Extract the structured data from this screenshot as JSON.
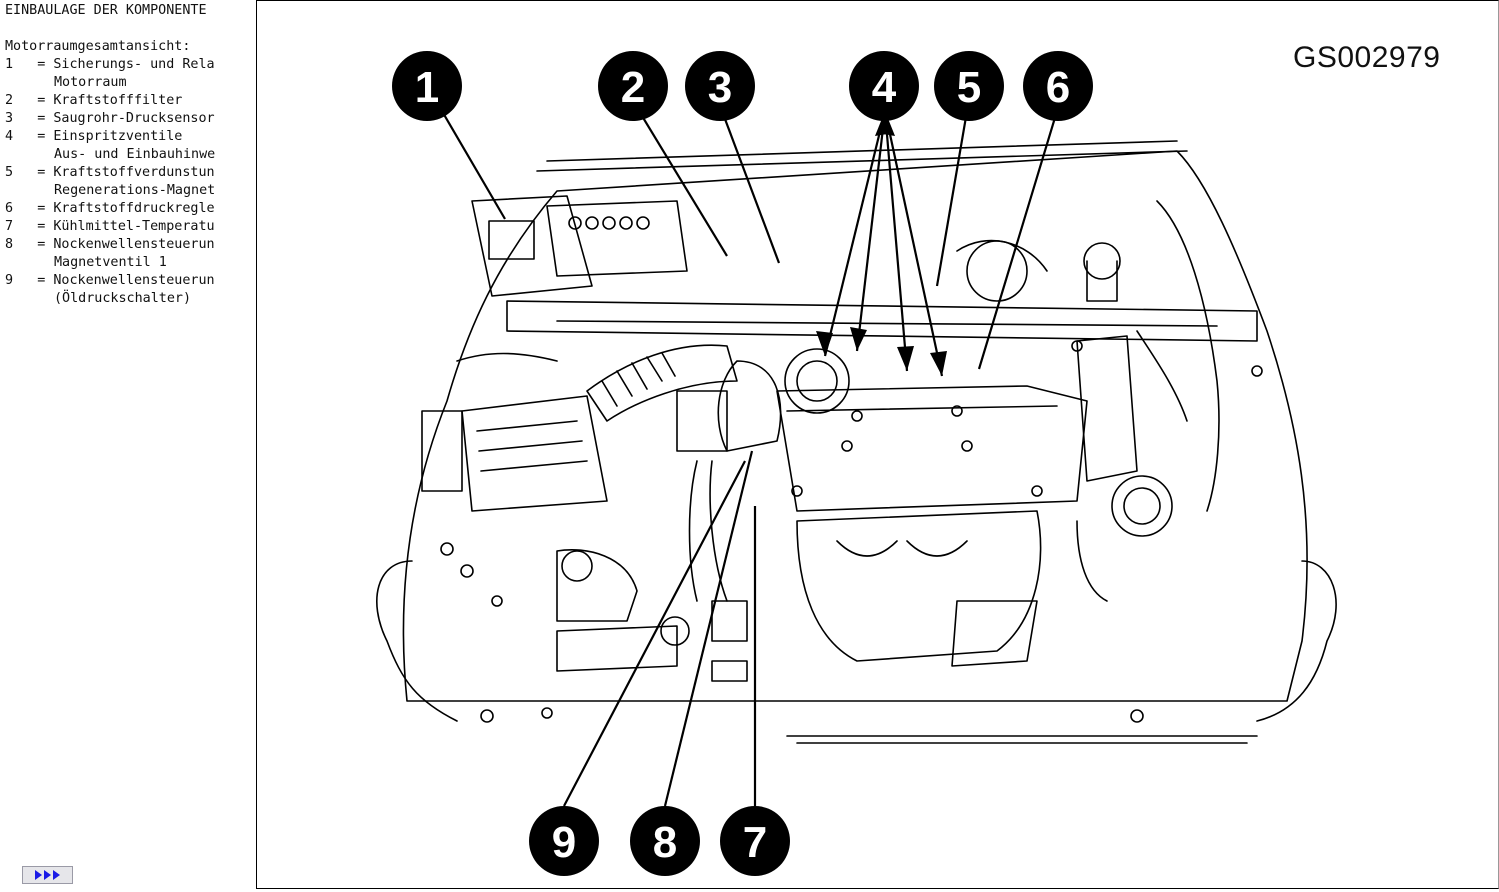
{
  "document": {
    "title": "EINBAULAGE DER KOMPONENTE",
    "subtitle": "Motorraumgesamtansicht:",
    "legend": [
      {
        "text": "1   = Sicherungs- und Rela",
        "cont": false
      },
      {
        "text": "Motorraum",
        "cont": true
      },
      {
        "text": "2   = Kraftstofffilter",
        "cont": false
      },
      {
        "text": "3   = Saugrohr-Drucksensor",
        "cont": false
      },
      {
        "text": "4   = Einspritzventile",
        "cont": false
      },
      {
        "text": "Aus- und Einbauhinwe",
        "cont": true
      },
      {
        "text": "5   = Kraftstoffverdunstun",
        "cont": false
      },
      {
        "text": "Regenerations-Magnet",
        "cont": true
      },
      {
        "text": "6   = Kraftstoffdruckregle",
        "cont": false
      },
      {
        "text": "7   = Kühlmittel-Temperatu",
        "cont": false
      },
      {
        "text": "8   = Nockenwellensteuerun",
        "cont": false
      },
      {
        "text": "Magnetventil 1",
        "cont": true
      },
      {
        "text": "9   = Nockenwellensteuerun",
        "cont": false
      },
      {
        "text": "(Öldruckschalter)",
        "cont": true
      }
    ],
    "nav_button": {
      "icon": "triple-arrow-right-icon",
      "color": "#1a1ae6"
    }
  },
  "figure": {
    "code": "GS002979",
    "callouts": [
      "1",
      "2",
      "3",
      "4",
      "5",
      "6",
      "9",
      "8",
      "7"
    ]
  }
}
